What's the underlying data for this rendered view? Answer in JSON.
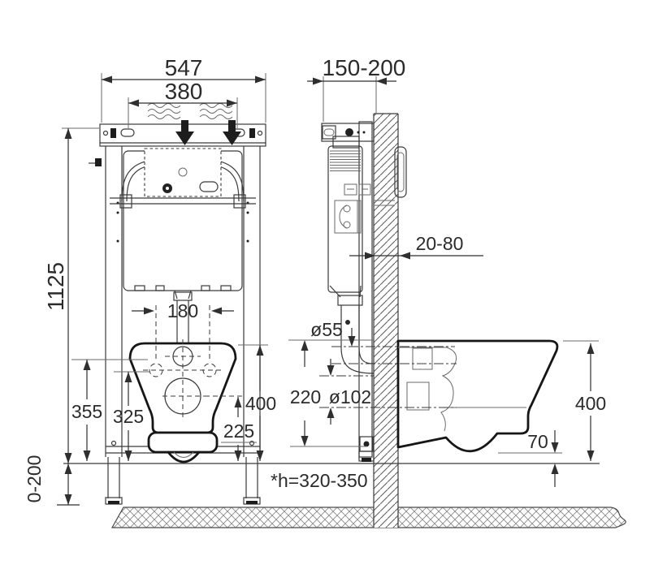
{
  "front_view": {
    "width_total": "547",
    "width_supply": "380",
    "height_frame": "1125",
    "bolt_spacing": "180",
    "height_supply": "355",
    "height_bolts": "325",
    "height_bowl_top": "400",
    "height_outlet": "225",
    "leg_adjustment": "0-200"
  },
  "side_view": {
    "frame_depth": "150-200",
    "wall_thickness": "20-80",
    "flush_pipe_diameter": "ø55",
    "pipe_distance": "220",
    "outlet_diameter": "ø102",
    "bowl_height": "400",
    "bowl_underside_gap": "70",
    "seat_height_note": "*h=320-350"
  },
  "colors": {
    "background": "#ffffff",
    "line": "#3a3a3a",
    "thick_line": "#161616",
    "text": "#2b2b2b",
    "wall_hatch": "#5a5a5a",
    "floor_hatch": "#8a8a8a"
  }
}
